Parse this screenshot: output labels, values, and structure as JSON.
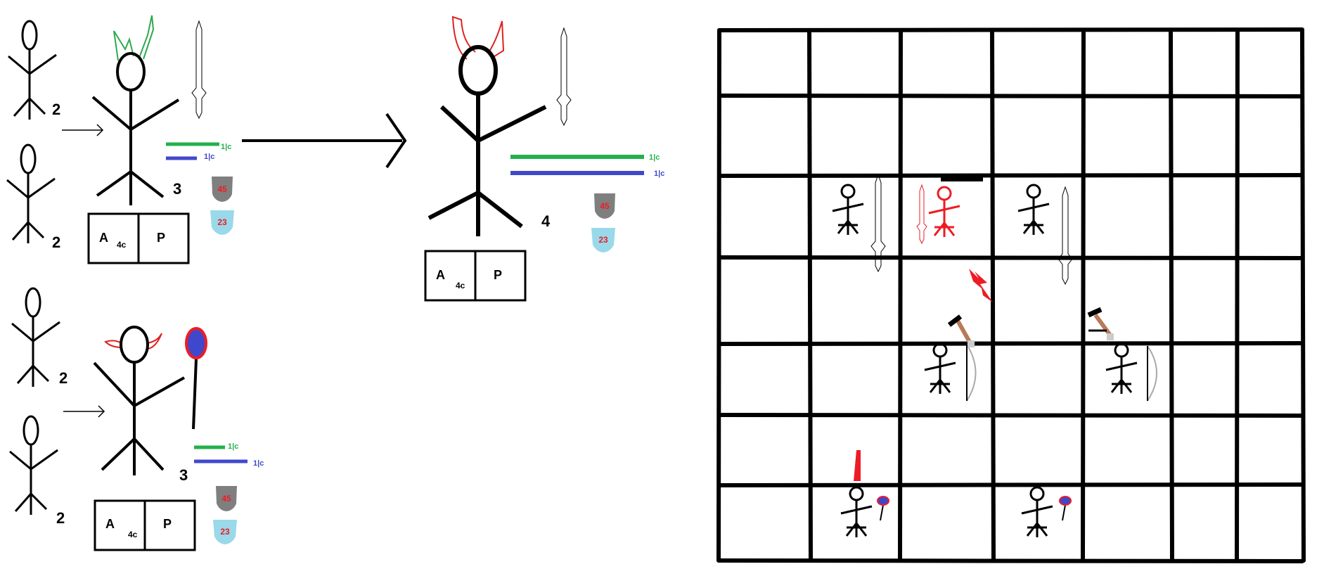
{
  "units": {
    "green_unit": {
      "source_count_top": "2",
      "source_count_bottom": "2",
      "level": "3",
      "stat_green": "1|c",
      "stat_blue": "1|c",
      "armor": "45",
      "health": "23",
      "card_left": "A",
      "card_cost": "4c",
      "card_right": "P"
    },
    "red_unit": {
      "source_count_top": "2",
      "source_count_bottom": "2",
      "level": "3",
      "stat_green": "1|c",
      "stat_blue": "1|c",
      "armor": "45",
      "health": "23",
      "card_left": "A",
      "card_cost": "4c",
      "card_right": "P"
    },
    "upgraded_unit": {
      "level": "4",
      "stat_green": "1|c",
      "stat_blue": "1|c",
      "armor": "45",
      "health": "23",
      "card_left": "A",
      "card_cost": "4c",
      "card_right": "P"
    }
  },
  "colors": {
    "green_horns": "#2fa84f",
    "red_horns": "#e02020",
    "green_bar": "#22b14c",
    "blue_bar": "#3f48cc",
    "armor_badge": "#7f7f7f",
    "health_badge": "#99d9ea",
    "badge_text": "#ed1c24",
    "staff_orb_fill": "#3f48cc",
    "staff_orb_ring": "#ed1c24",
    "red_pieces": "#ed1c24",
    "pickaxe_handle": "#b97a57"
  },
  "board": {
    "columns": 7,
    "rows": 7
  }
}
